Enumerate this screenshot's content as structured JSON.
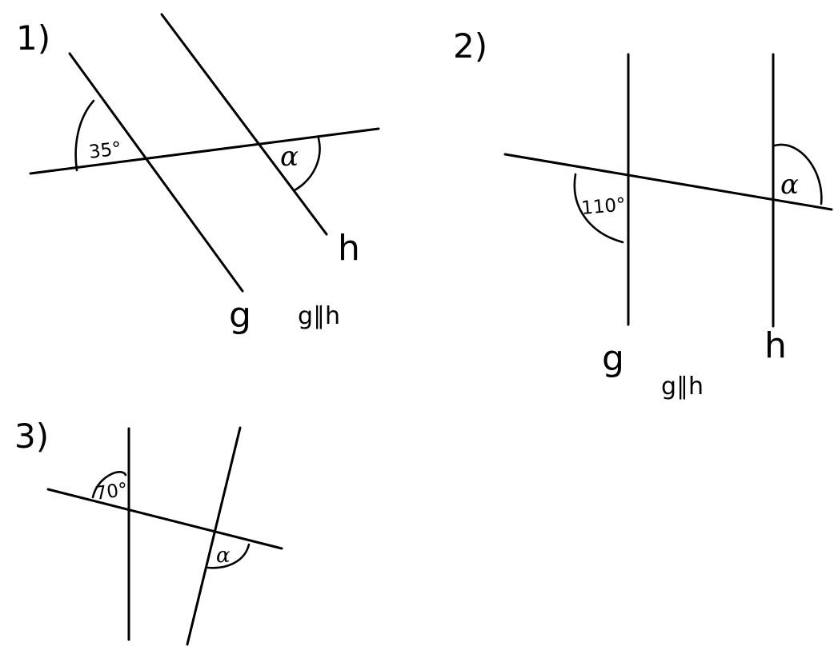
{
  "problems": [
    {
      "number": "1)",
      "given_angle": "35°",
      "unknown": "α",
      "line_labels": [
        "g",
        "h"
      ],
      "condition": "g∥h"
    },
    {
      "number": "2)",
      "given_angle": "110°",
      "unknown": "α",
      "line_labels": [
        "g",
        "h"
      ],
      "condition": "g∥h"
    },
    {
      "number": "3)",
      "given_angle": "70°",
      "unknown": "α",
      "line_labels": [],
      "condition": ""
    }
  ]
}
